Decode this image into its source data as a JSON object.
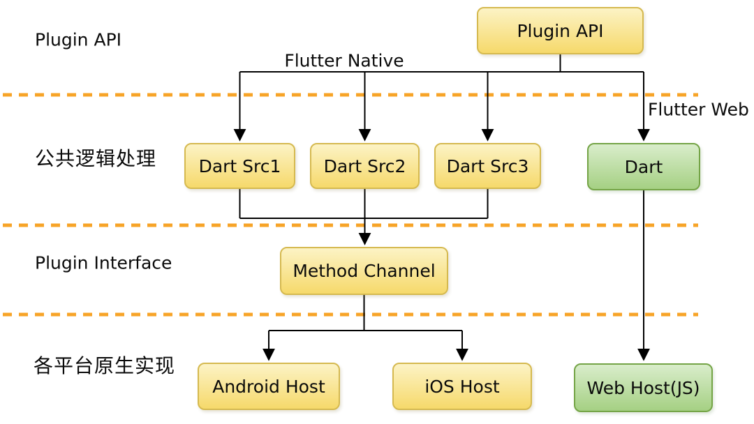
{
  "diagram": {
    "row_labels": [
      {
        "label": "Plugin API"
      },
      {
        "label": "公共逻辑处理"
      },
      {
        "label": "Plugin Interface"
      },
      {
        "label": "各平台原生实现"
      }
    ],
    "annotations": {
      "flutter_native": "Flutter Native",
      "flutter_web": "Flutter Web"
    },
    "nodes": {
      "plugin_api": {
        "label": "Plugin API",
        "variant": "yellow"
      },
      "dart_src1": {
        "label": "Dart Src1",
        "variant": "yellow"
      },
      "dart_src2": {
        "label": "Dart Src2",
        "variant": "yellow"
      },
      "dart_src3": {
        "label": "Dart Src3",
        "variant": "yellow"
      },
      "dart_web": {
        "label": "Dart",
        "variant": "green"
      },
      "method_channel": {
        "label": "Method Channel",
        "variant": "yellow"
      },
      "android_host": {
        "label": "Android Host",
        "variant": "yellow"
      },
      "ios_host": {
        "label": "iOS Host",
        "variant": "yellow"
      },
      "web_host": {
        "label": "Web Host(JS)",
        "variant": "green"
      }
    },
    "colors": {
      "yellow_fill_top": "#FCF3C5",
      "yellow_fill_bottom": "#F6D96B",
      "yellow_border": "#D5B94F",
      "green_fill_top": "#D9EDCB",
      "green_fill_bottom": "#A5D083",
      "green_border": "#74A446",
      "divider_orange": "#F7A428",
      "connector_black": "#000000",
      "background": "#FFFFFF"
    }
  }
}
